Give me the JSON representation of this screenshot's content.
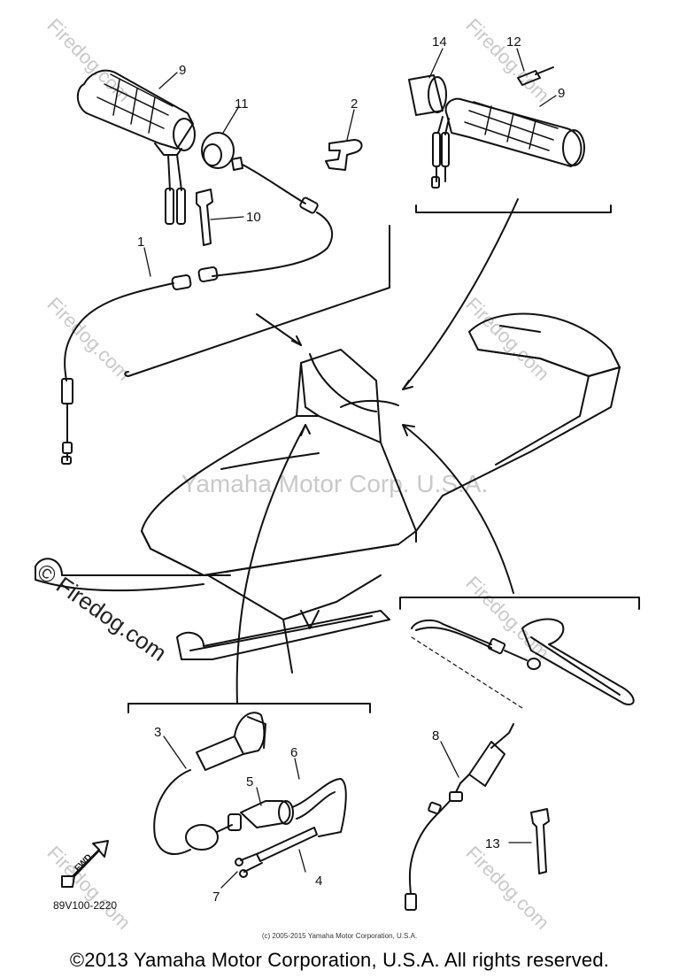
{
  "watermark": {
    "center": "Yamaha Motor Corp. U.S.A.",
    "site": "Firedog.com",
    "site_logo": "© Firedog.com"
  },
  "callouts": {
    "c1": "1",
    "c2": "2",
    "c3": "3",
    "c4": "4",
    "c5": "5",
    "c6": "6",
    "c7": "7",
    "c8": "8",
    "c9a": "9",
    "c9b": "9",
    "c10": "10",
    "c11": "11",
    "c12": "12",
    "c13": "13",
    "c14": "14"
  },
  "fwd_label": "FWD",
  "diagram_code": "89V100-2220",
  "small_copyright": "(c) 2005-2015 Yamaha Motor Corporation, U.S.A.",
  "copyright": "©2013 Yamaha Motor Corporation, U.S.A. All rights reserved."
}
